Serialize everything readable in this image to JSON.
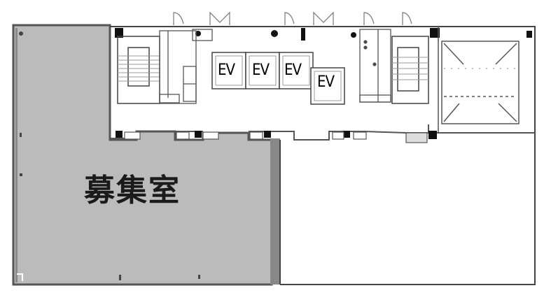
{
  "floor_plan": {
    "vacant_area": {
      "label": "募集室",
      "fill": "#bbbbbb"
    },
    "elevators": [
      {
        "label": "EV"
      },
      {
        "label": "EV"
      },
      {
        "label": "EV"
      },
      {
        "label": "EV"
      }
    ],
    "colors": {
      "wall": "#555555",
      "line": "#333333",
      "background": "#ffffff",
      "vacant_fill": "#bbbbbb",
      "vacant_border": "#777777"
    }
  }
}
